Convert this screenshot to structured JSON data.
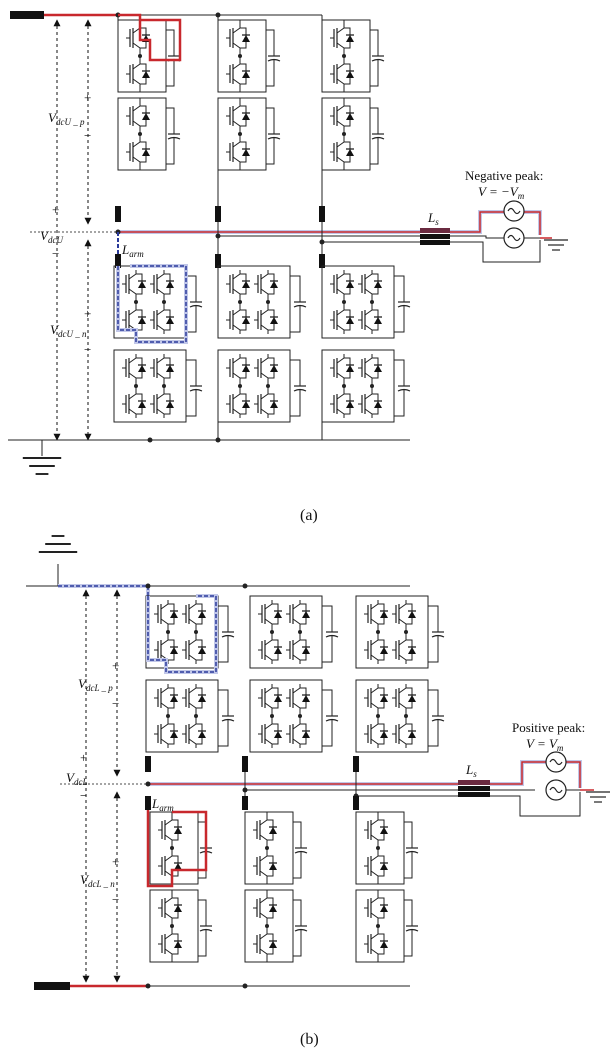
{
  "figure_a": {
    "caption": "(a)",
    "peak_title": "Negative peak:",
    "peak_eq": "V = −V",
    "peak_eq_sub": "m",
    "arm_label": "L",
    "arm_sub": "arm",
    "ls_label": "L",
    "ls_sub": "s",
    "upper_v": "V",
    "upper_v_sub": "dcU _ p",
    "total_v": "V",
    "total_v_sub": "dcU",
    "lower_v": "V",
    "lower_v_sub": "dcU _ n",
    "plus": "+",
    "minus": "−"
  },
  "figure_b": {
    "caption": "(b)",
    "peak_title": "Positive peak:",
    "peak_eq": "V = V",
    "peak_eq_sub": "m",
    "arm_label": "L",
    "arm_sub": "arm",
    "ls_label": "L",
    "ls_sub": "s",
    "upper_v": "V",
    "upper_v_sub": "dcL _ p",
    "total_v": "V",
    "total_v_sub": "dcL",
    "lower_v": "V",
    "lower_v_sub": "dcL _ n",
    "plus": "+",
    "minus": "−"
  },
  "colors": {
    "wire": "#222222",
    "positive_path": "#c8282d",
    "negative_path": "#2a3a9a",
    "path_halo": "#c0c6e8",
    "inductor": "#111111"
  }
}
